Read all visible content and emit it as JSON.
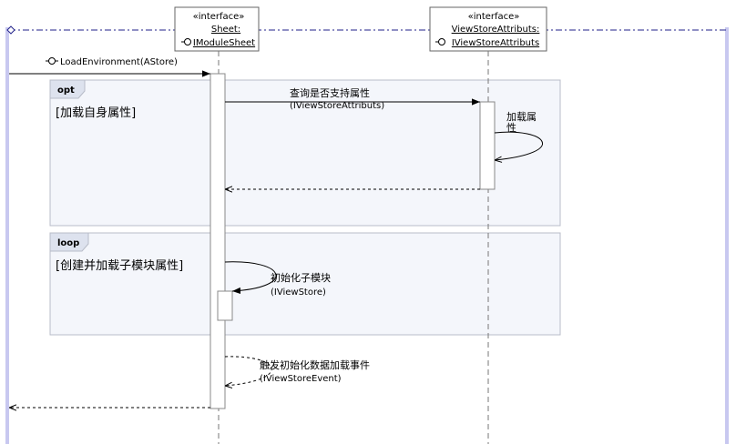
{
  "lifelines": [
    {
      "stereotype": "«interface»",
      "name": "Sheet:",
      "type": "IModuleSheet"
    },
    {
      "stereotype": "«interface»",
      "name": "ViewStoreAttributs:",
      "type": "IViewStoreAttributs"
    }
  ],
  "messages": {
    "load": {
      "label": "LoadEnvironment(AStore)"
    },
    "query": {
      "label": "查询是否支持属性",
      "interface": "(IViewStoreAttributs)"
    },
    "self_load": {
      "label_line1": "加载属",
      "label_line2": "性"
    },
    "init_child": {
      "label": "初始化子模块",
      "interface": "(IViewStore)"
    },
    "fire_event": {
      "label": "触发初始化数据加载事件",
      "interface": "(IViewStoreEvent)"
    }
  },
  "fragments": {
    "opt": {
      "operator": "opt",
      "guard": "[加载自身属性]"
    },
    "loop": {
      "operator": "loop",
      "guard": "[创建并加载子模块属性]"
    }
  },
  "colors": {
    "frame_fill": "#f4f6fb",
    "frame_border": "#b8bcc8",
    "tab_fill": "#dde2ee",
    "lifeline": "#777777",
    "border_line": "#22228a",
    "side_bar": "#c8c8f0"
  }
}
